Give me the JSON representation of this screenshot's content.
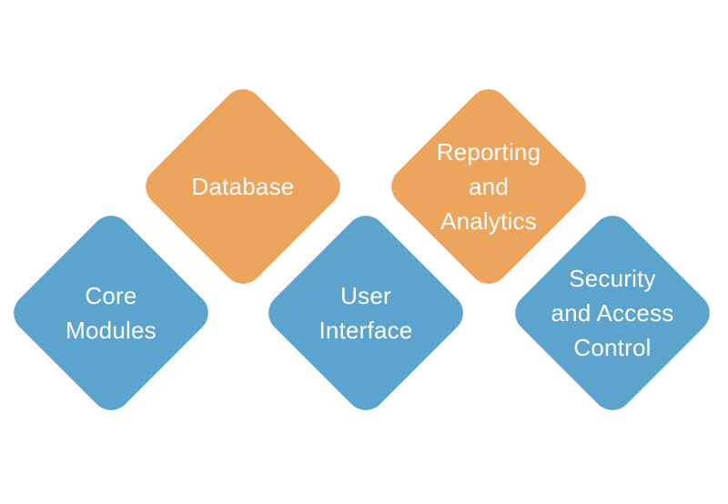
{
  "diagram": {
    "type": "diamond-grid",
    "background": "#ffffff",
    "text_color": "#ffffff",
    "nodes": [
      {
        "id": "database",
        "label": "Database",
        "row": "top",
        "color": "#EDA45C"
      },
      {
        "id": "reporting-analytics",
        "label": "Reporting\nand\nAnalytics",
        "row": "top",
        "color": "#EDA45C"
      },
      {
        "id": "core-modules",
        "label": "Core\nModules",
        "row": "bottom",
        "color": "#5CA4CE"
      },
      {
        "id": "user-interface",
        "label": "User\nInterface",
        "row": "bottom",
        "color": "#5CA4CE"
      },
      {
        "id": "security-access",
        "label": "Security\nand Access\nControl",
        "row": "bottom",
        "color": "#5CA4CE"
      }
    ],
    "colors": {
      "orange": "#EDA45C",
      "blue": "#5CA4CE"
    }
  }
}
